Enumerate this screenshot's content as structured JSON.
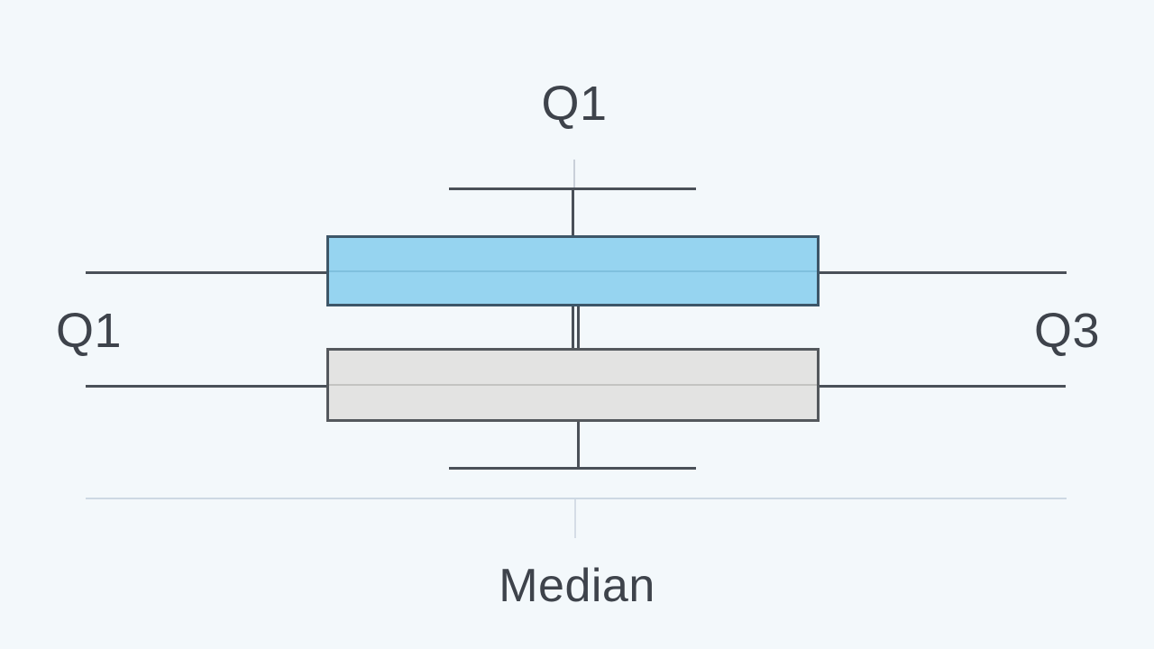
{
  "diagram": {
    "type": "boxplot-anatomy",
    "labels": {
      "top": "Q1",
      "left": "Q1",
      "right": "Q3",
      "bottom": "Median"
    },
    "colors": {
      "background": "#f3f8fb",
      "line": "#4a5058",
      "faint_line": "#cdd8e3",
      "blue_box_fill": "#96d4f0",
      "blue_box_border": "#3d5668",
      "gray_box_fill": "#e3e3e2",
      "gray_box_border": "#54585d",
      "label_text": "#3e434b"
    }
  }
}
